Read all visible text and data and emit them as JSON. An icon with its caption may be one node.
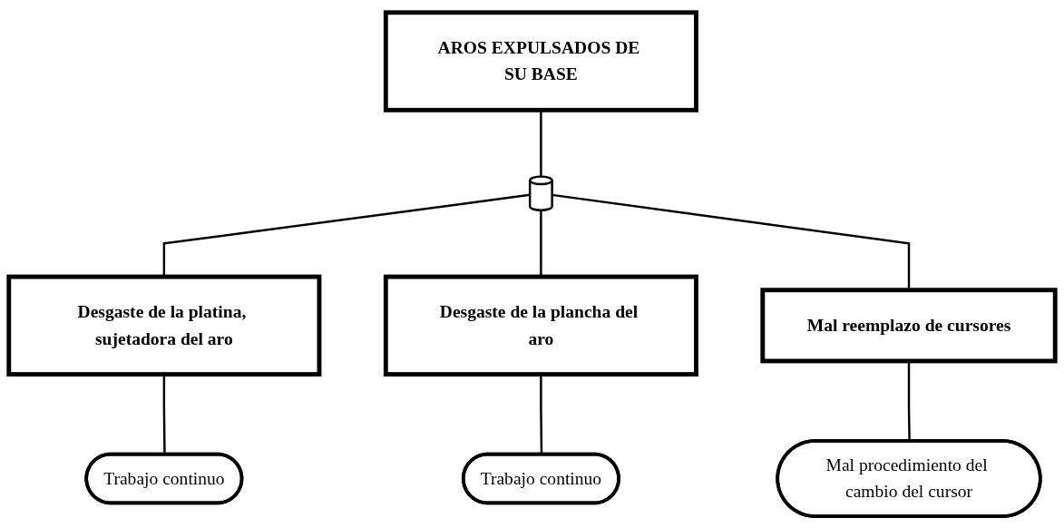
{
  "diagram": {
    "nodes": [
      {
        "text": [
          "AROS EXPULSADOS DE SU BASE"
        ]
      },
      {
        "text": [],
        "shape": "cylinder"
      },
      {
        "text": [
          "Desgaste de la platina, sujetadora del aro"
        ]
      },
      {
        "text": [
          "Desgaste de la plancha del aro"
        ]
      },
      {
        "text": [
          "Mal reemplazo de cursores"
        ]
      },
      {
        "text": [
          "Trabajo continuo"
        ]
      },
      {
        "text": [
          "Trabajo continuo"
        ]
      },
      {
        "text": [
          "Mal procedimiento del cambio del cursor"
        ]
      }
    ],
    "edges": [
      {
        "from": 0,
        "to": 1,
        "arrow": "none"
      },
      {
        "from": 1,
        "to": 2,
        "arrow": "none"
      },
      {
        "from": 1,
        "to": 3,
        "arrow": "none"
      },
      {
        "from": 1,
        "to": 4,
        "arrow": "none"
      },
      {
        "from": 2,
        "to": 5,
        "arrow": "none"
      },
      {
        "from": 3,
        "to": 6,
        "arrow": "none"
      },
      {
        "from": 4,
        "to": 7,
        "arrow": "none"
      }
    ]
  }
}
